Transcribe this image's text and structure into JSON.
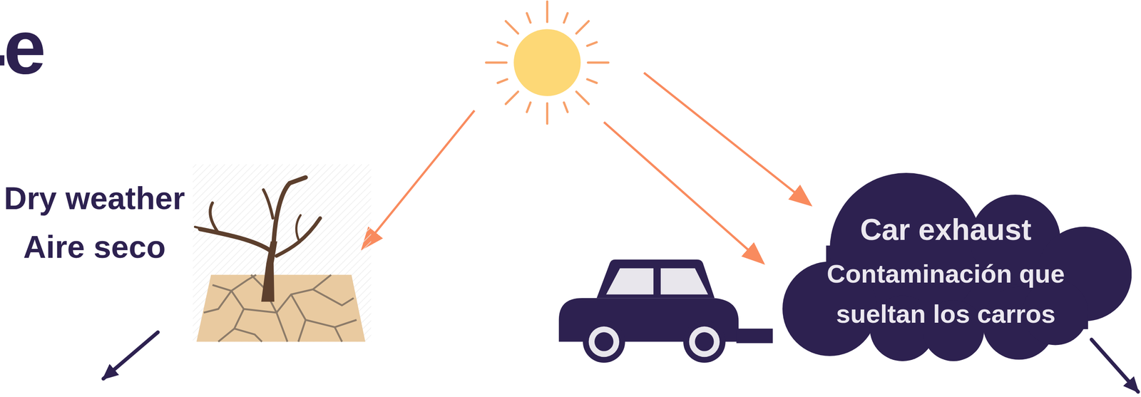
{
  "diagram": {
    "nodes": [
      {
        "text": [
          "Car exhaust",
          "Contaminación que sueltan los carros"
        ]
      }
    ],
    "labels": [
      "e",
      "Dry weather",
      "Aire seco"
    ]
  }
}
